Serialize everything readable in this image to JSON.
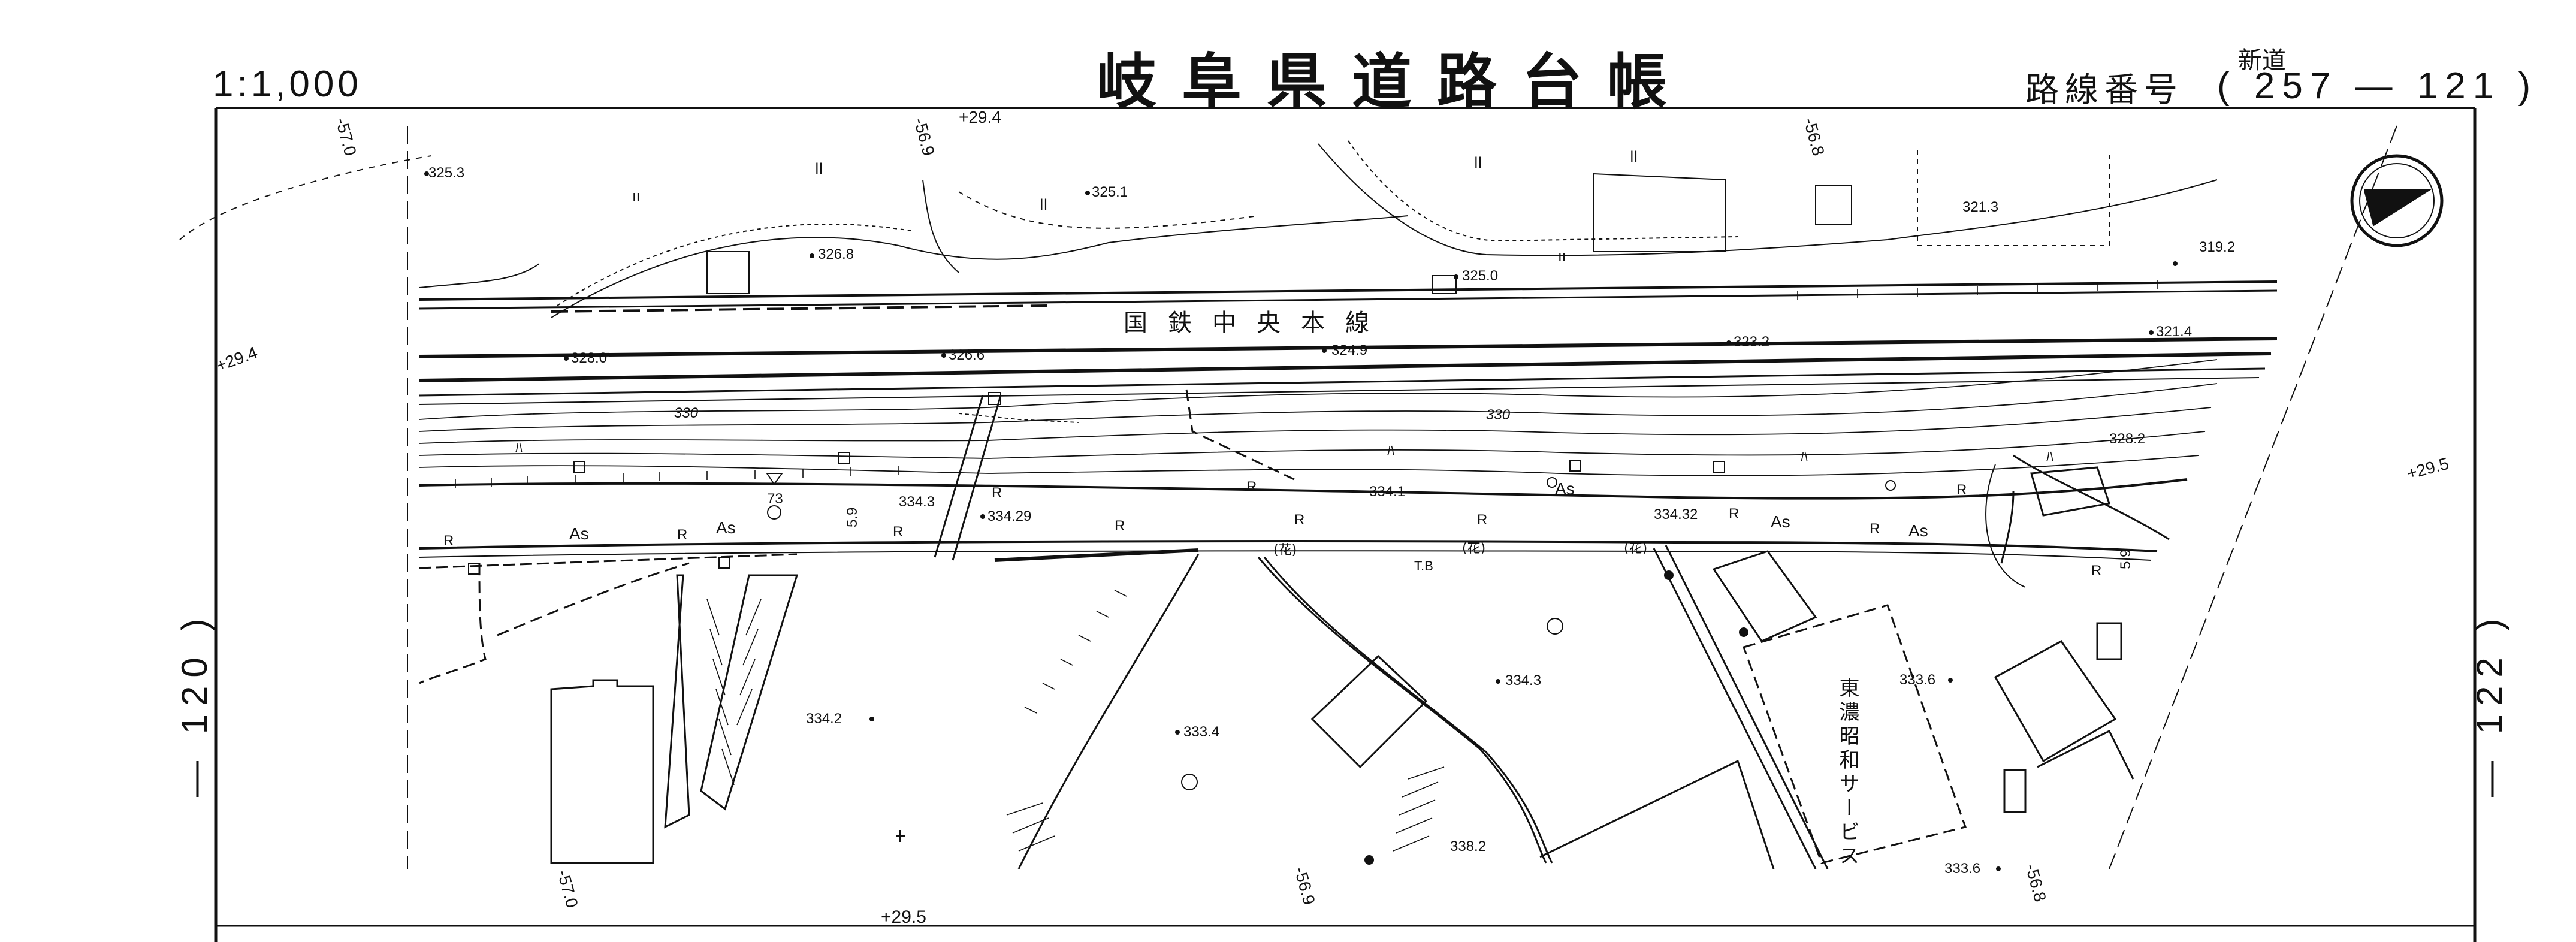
{
  "header": {
    "title": "岐阜県道路台帳",
    "scale": "1:1,000",
    "route_label": "路線番号",
    "route_kind": "新道",
    "route_number": "( 257 — 121 )"
  },
  "sheet_refs": {
    "left": "— 120 )",
    "right": "— 122 )"
  },
  "railway": {
    "name": "国鉄中央本線"
  },
  "facility": {
    "name": "東濃昭和サービス"
  },
  "elevations": [
    "325.3",
    "325.1",
    "326.8",
    "325.0",
    "321.3",
    "319.2",
    "328.0",
    "326.6",
    "324.9",
    "323.2",
    "321.4",
    "328.2",
    "334.3",
    "334.1",
    "334.29",
    "334.32",
    "334.2",
    "333.4",
    "334.3",
    "333.6",
    "333.6",
    "338.2"
  ],
  "contours": [
    "330",
    "330"
  ],
  "grid_labels": [
    "+29.4",
    "+29.4",
    "+29.5",
    "+29.5",
    "-57.0",
    "-57.0",
    "-56.9",
    "-56.9",
    "-56.8",
    "-56.8"
  ],
  "map_symbols": {
    "station_no": "73",
    "width": "5.9",
    "width_right": "5.9",
    "road_surface": "As",
    "retaining": "R",
    "flower": "(花)",
    "telephone_box": "T.B",
    "slope": "ﾊ",
    "field": "ll",
    "orchard": "ıı"
  },
  "north_arrow": {
    "icon": "north-arrow-icon"
  }
}
